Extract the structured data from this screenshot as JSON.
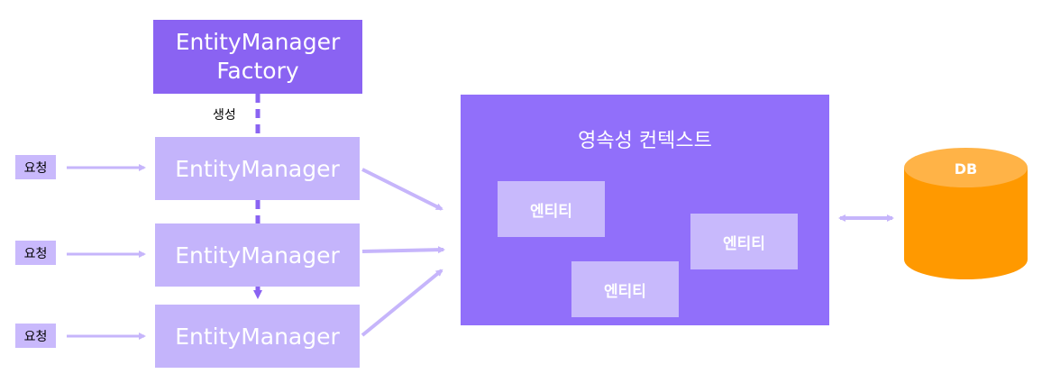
{
  "factory": {
    "line1": "EntityManager",
    "line2": "Factory"
  },
  "create_label": "생성",
  "entity_managers": [
    {
      "label": "EntityManager",
      "request": "요청"
    },
    {
      "label": "EntityManager",
      "request": "요청"
    },
    {
      "label": "EntityManager",
      "request": "요청"
    }
  ],
  "persistence_context": {
    "title": "영속성 컨텍스트",
    "entities": [
      "엔티티",
      "엔티티",
      "엔티티"
    ]
  },
  "db": {
    "label": "DB"
  },
  "colors": {
    "factory": "#8a63f2",
    "entity_manager": "#c4b4fb",
    "context": "#916ffa",
    "entity": "#c8b9fc",
    "arrow": "#c6b5fb",
    "db": "#ff9900"
  }
}
